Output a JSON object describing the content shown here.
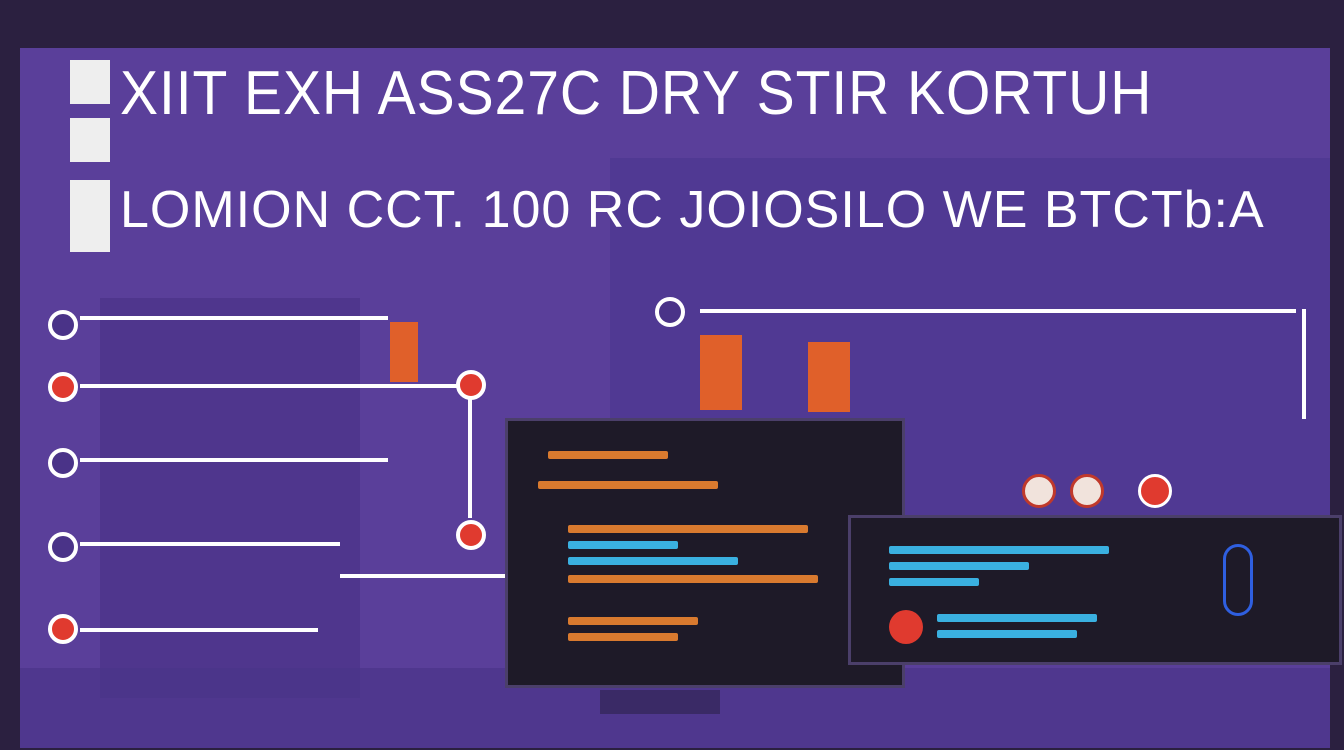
{
  "header": {
    "title": "XIIT EXH ASS27C DRY STIR KORTUH",
    "subtitle": "LOMION CCT. 100 RC JOIOSILO WE BTCTb:A"
  },
  "colors": {
    "background": "#5a3f9a",
    "panel": "#1e1a28",
    "accent_red": "#e03a2f",
    "text_orange": "#d97a2f",
    "text_blue": "#3ab0e0"
  },
  "icons": [
    "side-icon-1",
    "side-icon-2",
    "node-circle",
    "red-node",
    "brain-icon",
    "red-tool-icon",
    "red-dot-icon"
  ]
}
